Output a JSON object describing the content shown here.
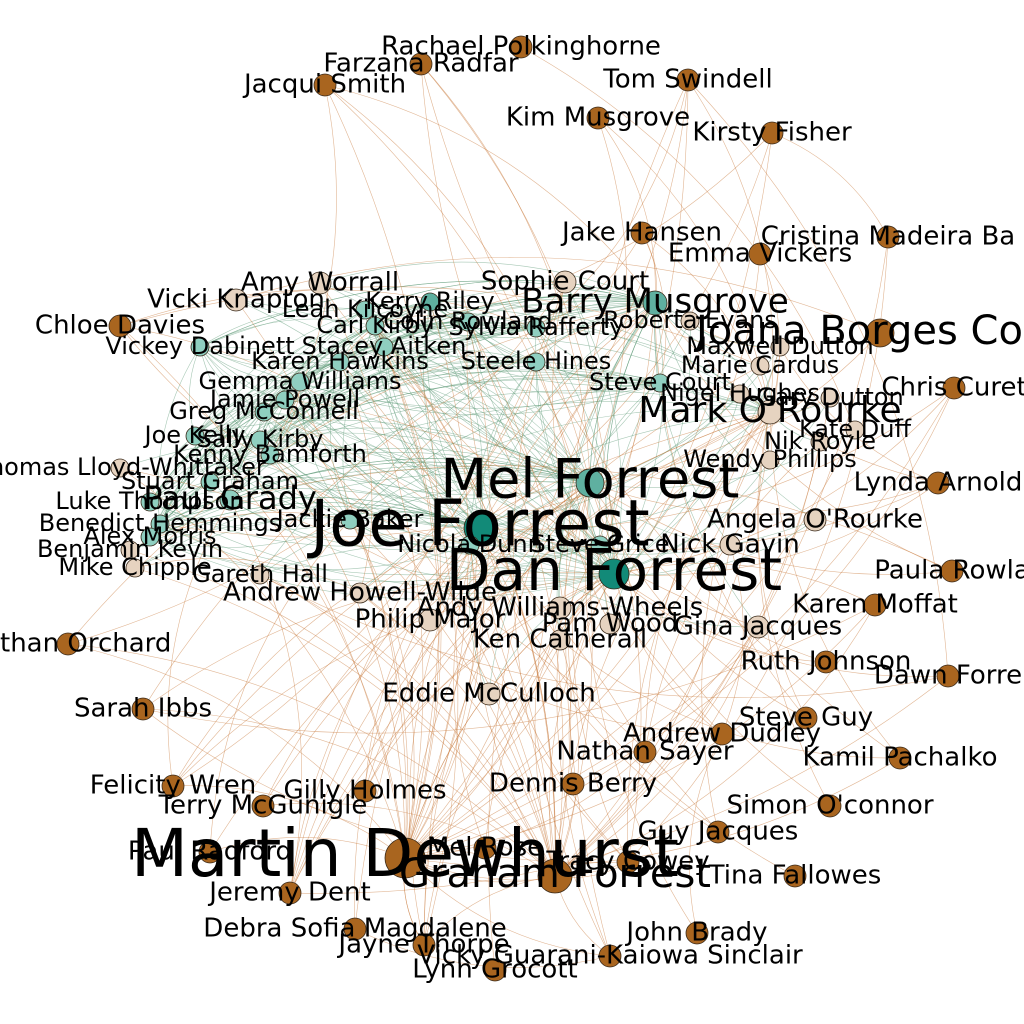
{
  "colors": {
    "orange": "#a9651f",
    "beige": "#e6d3c0",
    "teal_dark": "#128a78",
    "teal_mid": "#5fb0a0",
    "teal_light": "#8fcfc0",
    "edge_green": "#5f9a78",
    "edge_orange": "#c87a3c",
    "background": "#ffffff"
  },
  "network": {
    "nodes": [
      {
        "id": "n0",
        "label": "Rachael Polkinghorne",
        "group": "orange"
      },
      {
        "id": "n1",
        "label": "Farzana Radfar",
        "group": "orange"
      },
      {
        "id": "n2",
        "label": "Jacqui Smith",
        "group": "orange"
      },
      {
        "id": "n3",
        "label": "Tom Swindell",
        "group": "orange"
      },
      {
        "id": "n4",
        "label": "Kim Musgrove",
        "group": "orange"
      },
      {
        "id": "n5",
        "label": "Kirsty Fisher",
        "group": "orange"
      },
      {
        "id": "n6",
        "label": "Jake Hansen",
        "group": "orange"
      },
      {
        "id": "n7",
        "label": "Cristina Madeira Ba",
        "group": "orange"
      },
      {
        "id": "n8",
        "label": "Emma Vickers",
        "group": "orange"
      },
      {
        "id": "n9",
        "label": "Amy Worrall",
        "group": "beige"
      },
      {
        "id": "n10",
        "label": "Sophie Court",
        "group": "beige"
      },
      {
        "id": "n11",
        "label": "Vicki Knapton",
        "group": "beige"
      },
      {
        "id": "n12",
        "label": "Kerry Riley",
        "group": "teal"
      },
      {
        "id": "n13",
        "label": "Barry Musgrove",
        "group": "teal"
      },
      {
        "id": "n14",
        "label": "Chloe Davies",
        "group": "orange"
      },
      {
        "id": "n15",
        "label": "Leah Kilcoyne",
        "group": "teal"
      },
      {
        "id": "n16",
        "label": "Colin Rowland",
        "group": "teal"
      },
      {
        "id": "n17",
        "label": "Carl Kirby",
        "group": "teal"
      },
      {
        "id": "n18",
        "label": "Sylvia Rafferty",
        "group": "teal"
      },
      {
        "id": "n19",
        "label": "Roberta Evans",
        "group": "beige"
      },
      {
        "id": "n20",
        "label": "Joana Borges Cout",
        "group": "orange"
      },
      {
        "id": "n21",
        "label": "Vickey Dabinett",
        "group": "teal"
      },
      {
        "id": "n22",
        "label": "Stacey Aitken",
        "group": "teal"
      },
      {
        "id": "n23",
        "label": "Maxwell Dutton",
        "group": "beige"
      },
      {
        "id": "n24",
        "label": "Karen Hawkins",
        "group": "teal"
      },
      {
        "id": "n25",
        "label": "Steele Hines",
        "group": "teal"
      },
      {
        "id": "n26",
        "label": "Marie Cardus",
        "group": "beige"
      },
      {
        "id": "n27",
        "label": "Gemma Williams",
        "group": "teal"
      },
      {
        "id": "n28",
        "label": "Steve Court",
        "group": "teal"
      },
      {
        "id": "n29",
        "label": "Chris Curet",
        "group": "orange"
      },
      {
        "id": "n30",
        "label": "Jamie Powell",
        "group": "teal"
      },
      {
        "id": "n31",
        "label": "Nigel Hughes",
        "group": "beige"
      },
      {
        "id": "n32",
        "label": "Gary Dutton",
        "group": "beige"
      },
      {
        "id": "n33",
        "label": "Greg McConnell",
        "group": "teal"
      },
      {
        "id": "n34",
        "label": "Mark O'Rourke",
        "group": "beige"
      },
      {
        "id": "n35",
        "label": "Joe Kelly",
        "group": "teal"
      },
      {
        "id": "n36",
        "label": "Kate Duff",
        "group": "beige"
      },
      {
        "id": "n37",
        "label": "Sally Kirby",
        "group": "teal"
      },
      {
        "id": "n38",
        "label": "Nik Royle",
        "group": "beige"
      },
      {
        "id": "n39",
        "label": "Kenny Bamforth",
        "group": "teal"
      },
      {
        "id": "n40",
        "label": "Thomas Lloyd-Whittaker",
        "group": "beige"
      },
      {
        "id": "n41",
        "label": "Wendy Phillips",
        "group": "beige"
      },
      {
        "id": "n42",
        "label": "Lynda Arnold",
        "group": "orange"
      },
      {
        "id": "n43",
        "label": "Mel Forrest",
        "group": "teal"
      },
      {
        "id": "n44",
        "label": "Stuart Graham",
        "group": "teal"
      },
      {
        "id": "n45",
        "label": "Paul Grady",
        "group": "teal"
      },
      {
        "id": "n46",
        "label": "Luke Thompson",
        "group": "teal"
      },
      {
        "id": "n47",
        "label": "Joe Forrest",
        "group": "teal"
      },
      {
        "id": "n48",
        "label": "Benedict Hemmings",
        "group": "teal"
      },
      {
        "id": "n49",
        "label": "Angela O'Rourke",
        "group": "beige"
      },
      {
        "id": "n50",
        "label": "Alex Morris",
        "group": "teal"
      },
      {
        "id": "n51",
        "label": "Jackie Baker",
        "group": "teal"
      },
      {
        "id": "n52",
        "label": "Benjamin Kevin",
        "group": "beige"
      },
      {
        "id": "n53",
        "label": "Nicola Dunn",
        "group": "teal"
      },
      {
        "id": "n54",
        "label": "Steve Grice",
        "group": "teal"
      },
      {
        "id": "n55",
        "label": "Nick Gavin",
        "group": "beige"
      },
      {
        "id": "n56",
        "label": "Mike Chipple",
        "group": "beige"
      },
      {
        "id": "n57",
        "label": "Dan Forrest",
        "group": "teal"
      },
      {
        "id": "n58",
        "label": "Paula Rowla",
        "group": "orange"
      },
      {
        "id": "n59",
        "label": "Gareth Hall",
        "group": "beige"
      },
      {
        "id": "n60",
        "label": "Andrew Howell-Wilde",
        "group": "beige"
      },
      {
        "id": "n61",
        "label": "Karen Moffat",
        "group": "orange"
      },
      {
        "id": "n62",
        "label": "Nathan Orchard",
        "group": "orange"
      },
      {
        "id": "n63",
        "label": "Philip Major",
        "group": "beige"
      },
      {
        "id": "n64",
        "label": "Andy Williams-Wheels",
        "group": "beige"
      },
      {
        "id": "n65",
        "label": "Pam Wood",
        "group": "beige"
      },
      {
        "id": "n66",
        "label": "Gina Jacques",
        "group": "beige"
      },
      {
        "id": "n67",
        "label": "Ken Catherall",
        "group": "beige"
      },
      {
        "id": "n68",
        "label": "Ruth Johnson",
        "group": "orange"
      },
      {
        "id": "n69",
        "label": "Dawn Forre",
        "group": "orange"
      },
      {
        "id": "n70",
        "label": "Sarah Ibbs",
        "group": "orange"
      },
      {
        "id": "n71",
        "label": "Eddie McCulloch",
        "group": "beige"
      },
      {
        "id": "n72",
        "label": "Andrew Dudley",
        "group": "orange"
      },
      {
        "id": "n73",
        "label": "Steve Guy",
        "group": "orange"
      },
      {
        "id": "n74",
        "label": "Kamil Pachalko",
        "group": "orange"
      },
      {
        "id": "n75",
        "label": "Nathan Sayer",
        "group": "orange"
      },
      {
        "id": "n76",
        "label": "Felicity Wren",
        "group": "orange"
      },
      {
        "id": "n77",
        "label": "Gilly Holmes",
        "group": "orange"
      },
      {
        "id": "n78",
        "label": "Dennis Berry",
        "group": "orange"
      },
      {
        "id": "n79",
        "label": "Terry McGunigle",
        "group": "orange"
      },
      {
        "id": "n80",
        "label": "Simon O'connor",
        "group": "orange"
      },
      {
        "id": "n81",
        "label": "Guy Jacques",
        "group": "orange"
      },
      {
        "id": "n82",
        "label": "Martin Dewhurst",
        "group": "orange"
      },
      {
        "id": "n83",
        "label": "Paul Radford",
        "group": "orange"
      },
      {
        "id": "n84",
        "label": "Mel Rose",
        "group": "orange"
      },
      {
        "id": "n85",
        "label": "Graham Forrest",
        "group": "orange"
      },
      {
        "id": "n86",
        "label": "Tracy Cowey",
        "group": "orange"
      },
      {
        "id": "n87",
        "label": "Jeremy Dent",
        "group": "orange"
      },
      {
        "id": "n88",
        "label": "Tina Fallowes",
        "group": "orange"
      },
      {
        "id": "n89",
        "label": "Debra Sofia Magdalene",
        "group": "orange"
      },
      {
        "id": "n90",
        "label": "John Brady",
        "group": "orange"
      },
      {
        "id": "n91",
        "label": "Jayne Thorpe",
        "group": "orange"
      },
      {
        "id": "n92",
        "label": "Vicky Guarani-Kaiowa Sinclair",
        "group": "orange"
      },
      {
        "id": "n93",
        "label": "Lynn Grocott",
        "group": "orange"
      }
    ]
  }
}
